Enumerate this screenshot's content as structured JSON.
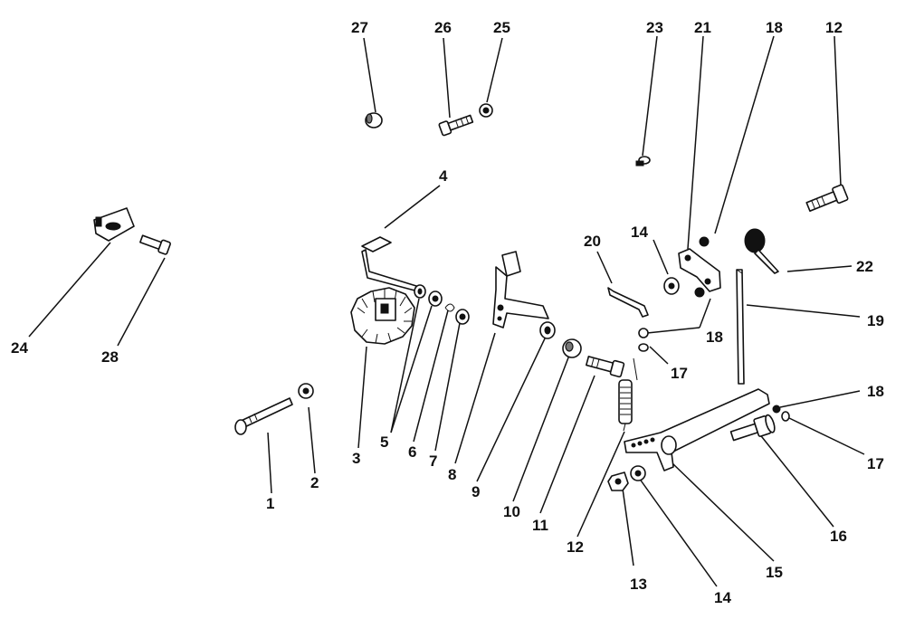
{
  "diagram": {
    "callouts": [
      {
        "id": "c1",
        "label": "1"
      },
      {
        "id": "c2",
        "label": "2"
      },
      {
        "id": "c3",
        "label": "3"
      },
      {
        "id": "c4",
        "label": "4"
      },
      {
        "id": "c5",
        "label": "5"
      },
      {
        "id": "c6",
        "label": "6"
      },
      {
        "id": "c7",
        "label": "7"
      },
      {
        "id": "c8",
        "label": "8"
      },
      {
        "id": "c9",
        "label": "9"
      },
      {
        "id": "c10",
        "label": "10"
      },
      {
        "id": "c11",
        "label": "11"
      },
      {
        "id": "c12a",
        "label": "12"
      },
      {
        "id": "c12b",
        "label": "12"
      },
      {
        "id": "c13",
        "label": "13"
      },
      {
        "id": "c14a",
        "label": "14"
      },
      {
        "id": "c14b",
        "label": "14"
      },
      {
        "id": "c15",
        "label": "15"
      },
      {
        "id": "c16",
        "label": "16"
      },
      {
        "id": "c17a",
        "label": "17"
      },
      {
        "id": "c17b",
        "label": "17"
      },
      {
        "id": "c18a",
        "label": "18"
      },
      {
        "id": "c18b",
        "label": "18"
      },
      {
        "id": "c18c",
        "label": "18"
      },
      {
        "id": "c19",
        "label": "19"
      },
      {
        "id": "c20",
        "label": "20"
      },
      {
        "id": "c21",
        "label": "21"
      },
      {
        "id": "c22",
        "label": "22"
      },
      {
        "id": "c23",
        "label": "23"
      },
      {
        "id": "c24",
        "label": "24"
      },
      {
        "id": "c25",
        "label": "25"
      },
      {
        "id": "c26",
        "label": "26"
      },
      {
        "id": "c27",
        "label": "27"
      },
      {
        "id": "c28",
        "label": "28"
      }
    ]
  }
}
